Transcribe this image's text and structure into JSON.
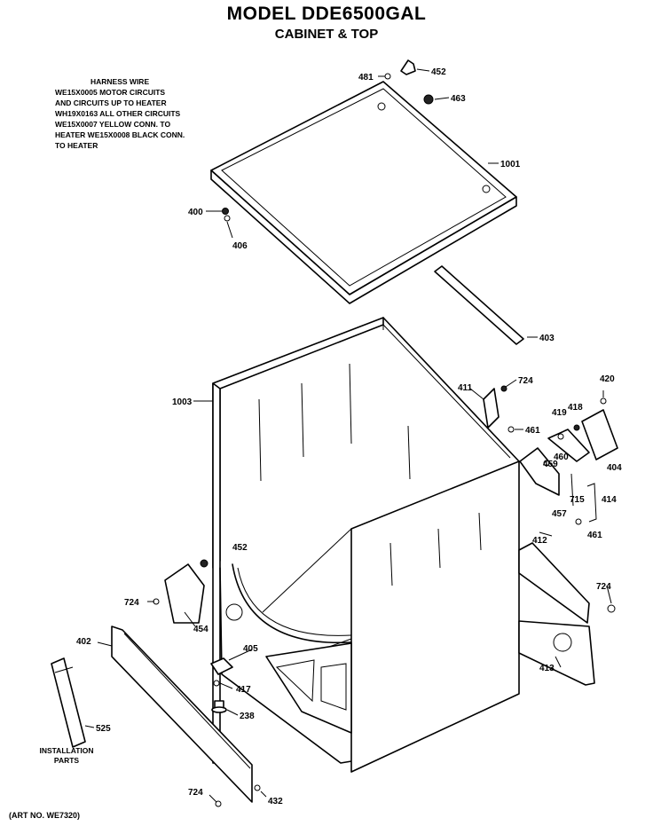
{
  "header": {
    "title": "MODEL DDE6500GAL",
    "subtitle": "CABINET & TOP"
  },
  "harness_note": {
    "heading": "HARNESS WIRE",
    "lines": [
      "WE15X0005 MOTOR CIRCUITS",
      "AND CIRCUITS UP TO HEATER",
      "WH19X0163 ALL OTHER CIRCUITS",
      "WE15X0007 YELLOW CONN. TO",
      "HEATER WE15X0008 BLACK CONN.",
      "TO HEATER"
    ]
  },
  "installation_label": [
    "INSTALLATION",
    "PARTS"
  ],
  "art_number": "(ART NO. WE7320)",
  "callouts": {
    "c481a": "481",
    "c452a": "452",
    "c463": "463",
    "c1001": "1001",
    "c400": "400",
    "c406": "406",
    "c403": "403",
    "c1003": "1003",
    "c411": "411",
    "c724a": "724",
    "c420": "420",
    "c461a": "461",
    "c419": "419",
    "c418": "418",
    "c460": "460",
    "c404": "404",
    "c459": "459",
    "c715": "715",
    "c457": "457",
    "c414": "414",
    "c461b": "461",
    "c452b": "452",
    "c412": "412",
    "c724b": "724",
    "c724c": "724",
    "c454": "454",
    "c402": "402",
    "c405": "405",
    "c413": "413",
    "c417": "417",
    "c238": "238",
    "c525": "525",
    "c724d": "724",
    "c432": "432"
  }
}
